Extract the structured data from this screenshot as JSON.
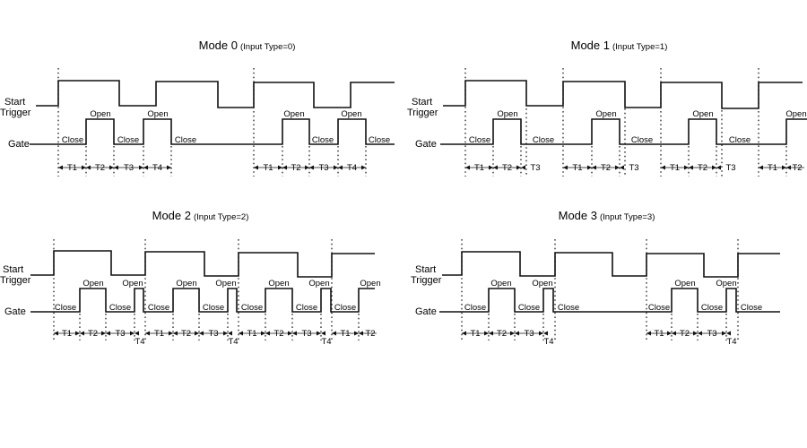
{
  "signal_labels": {
    "start": "Start",
    "trigger": "Trigger",
    "gate": "Gate"
  },
  "state_labels": {
    "open": "Open",
    "close": "Close"
  },
  "interval_labels": [
    "T1",
    "T2",
    "T3",
    "T4"
  ],
  "panels": [
    {
      "id": "mode0",
      "title": "Mode 0",
      "subtitle": "(Input Type=0)"
    },
    {
      "id": "mode1",
      "title": "Mode 1",
      "subtitle": "(Input Type=1)"
    },
    {
      "id": "mode2",
      "title": "Mode 2",
      "subtitle": "(Input Type=2)"
    },
    {
      "id": "mode3",
      "title": "Mode 3",
      "subtitle": "(Input Type=3)"
    }
  ],
  "colors": {
    "line": "#111111",
    "background": "#ffffff"
  }
}
